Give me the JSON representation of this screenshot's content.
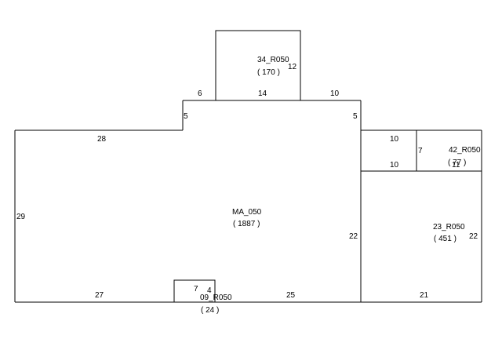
{
  "areas": {
    "main": {
      "code": "MA_050",
      "area": "( 1887 )"
    },
    "top": {
      "code": "34_R050",
      "area": "( 170 )"
    },
    "right_small": {
      "code": "42_R050",
      "area": "( 77 )"
    },
    "right_large": {
      "code": "23_R050",
      "area": "( 451 )"
    },
    "bottom_small": {
      "code": "09_R050",
      "area": "( 24 )"
    }
  },
  "dims": {
    "top_12": "12",
    "d6": "6",
    "d14": "14",
    "d10_top": "10",
    "d5_left": "5",
    "d5_right": "5",
    "d28": "28",
    "d10_a": "10",
    "d10_b": "10",
    "d7_right": "7",
    "right_small_11": "11",
    "d29": "29",
    "d22_left": "22",
    "d22_right": "22",
    "d27": "27",
    "d7_bottom": "7",
    "d4_bottom": "4",
    "d25": "25",
    "d21": "21"
  }
}
